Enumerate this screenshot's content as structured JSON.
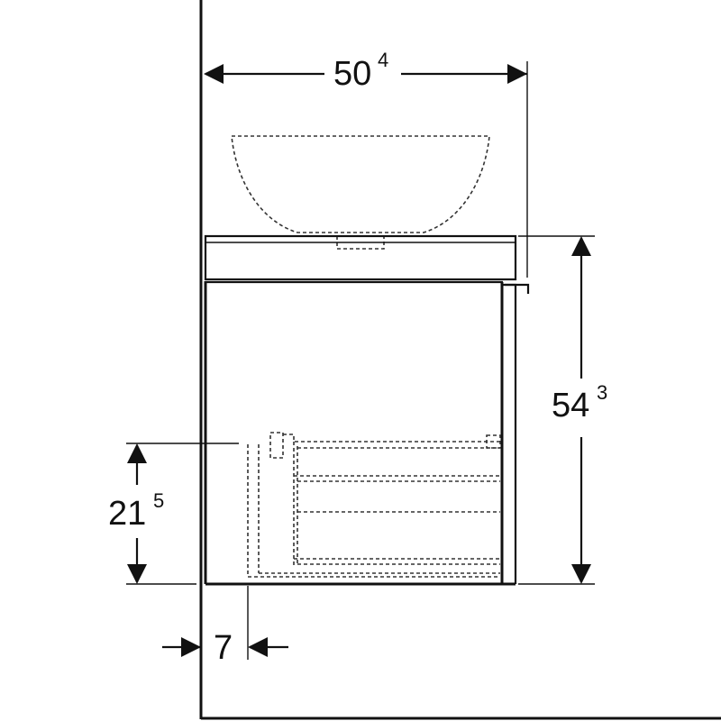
{
  "dimensions": {
    "width_top": {
      "main": "50",
      "sup": "4"
    },
    "height_total": {
      "main": "54",
      "sup": "3"
    },
    "height_drawer": {
      "main": "21",
      "sup": "5"
    },
    "offset_side": {
      "main": "7",
      "sup": ""
    }
  },
  "colors": {
    "ink": "#111111",
    "background": "#ffffff"
  }
}
